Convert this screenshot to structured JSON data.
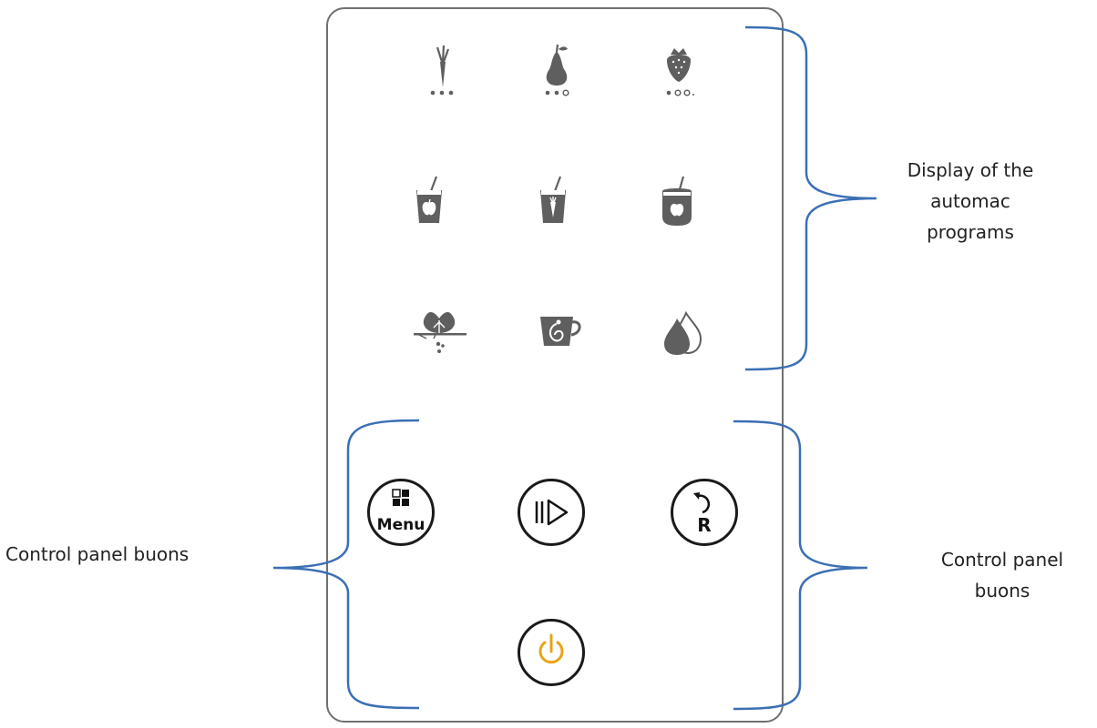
{
  "panel": {
    "program_icons": [
      {
        "name": "carrot-icon"
      },
      {
        "name": "pear-icon"
      },
      {
        "name": "strawberry-icon"
      },
      {
        "name": "apple-juice-cup-icon"
      },
      {
        "name": "carrot-juice-cup-icon"
      },
      {
        "name": "smoothie-jar-icon"
      },
      {
        "name": "leafy-greens-icon"
      },
      {
        "name": "hot-drink-cup-icon"
      },
      {
        "name": "drops-icon"
      }
    ],
    "buttons": {
      "menu_label": "Menu",
      "play_pause_icon": "play-pause-icon",
      "reset_label": "R",
      "power_icon": "power-icon"
    }
  },
  "annotations": {
    "programs_label": [
      "Display of the",
      "automac",
      "programs"
    ],
    "left_controls_label": [
      "Control panel buons"
    ],
    "right_controls_label": [
      "Control panel",
      "buons"
    ]
  },
  "colors": {
    "bracket": "#3a6fb5",
    "icon": "#5f5f5f",
    "power": "#e8a317",
    "panel_border": "#707070"
  }
}
